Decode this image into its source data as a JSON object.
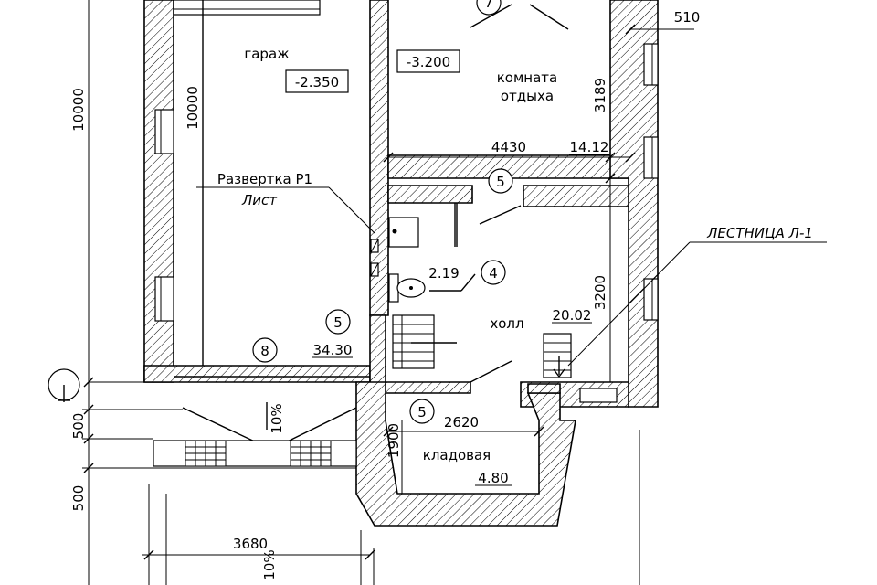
{
  "rooms": {
    "garage": {
      "name": "гараж",
      "level": "-2.350",
      "tag": "8",
      "area": "34.30"
    },
    "rest_room": {
      "name_line1": "комната",
      "name_line2": "отдыха",
      "level": "-3.200",
      "area": "14.12",
      "tag": "7"
    },
    "hall": {
      "name": "холл",
      "area": "20.02"
    },
    "bathroom": {
      "area": "2.19",
      "tag": "4"
    },
    "storage": {
      "name": "кладовая",
      "area": "4.80",
      "tag": "5"
    }
  },
  "markers": {
    "corridor_tag": "5",
    "garage_door_tag": "5"
  },
  "dimensions": {
    "total_length": "10000",
    "garage_length": "10000",
    "wall_thickness": "510",
    "rest_room_depth": "3189",
    "rest_room_width": "4430",
    "hall_depth": "3200",
    "storage_width": "2620",
    "storage_depth": "1900",
    "step_1": "500",
    "step_2": "500",
    "garage_width": "3680"
  },
  "slopes": {
    "ramp": "10%",
    "ramp_bottom": "10%"
  },
  "annotations": {
    "sweep_line1": "Развертка Р1",
    "sweep_line2": "Лист",
    "stairs": "ЛЕСТНИЦА Л-1"
  },
  "icons": [
    "north-arrow-icon",
    "toilet-icon",
    "sink-icon",
    "stair-arrow-icon"
  ]
}
